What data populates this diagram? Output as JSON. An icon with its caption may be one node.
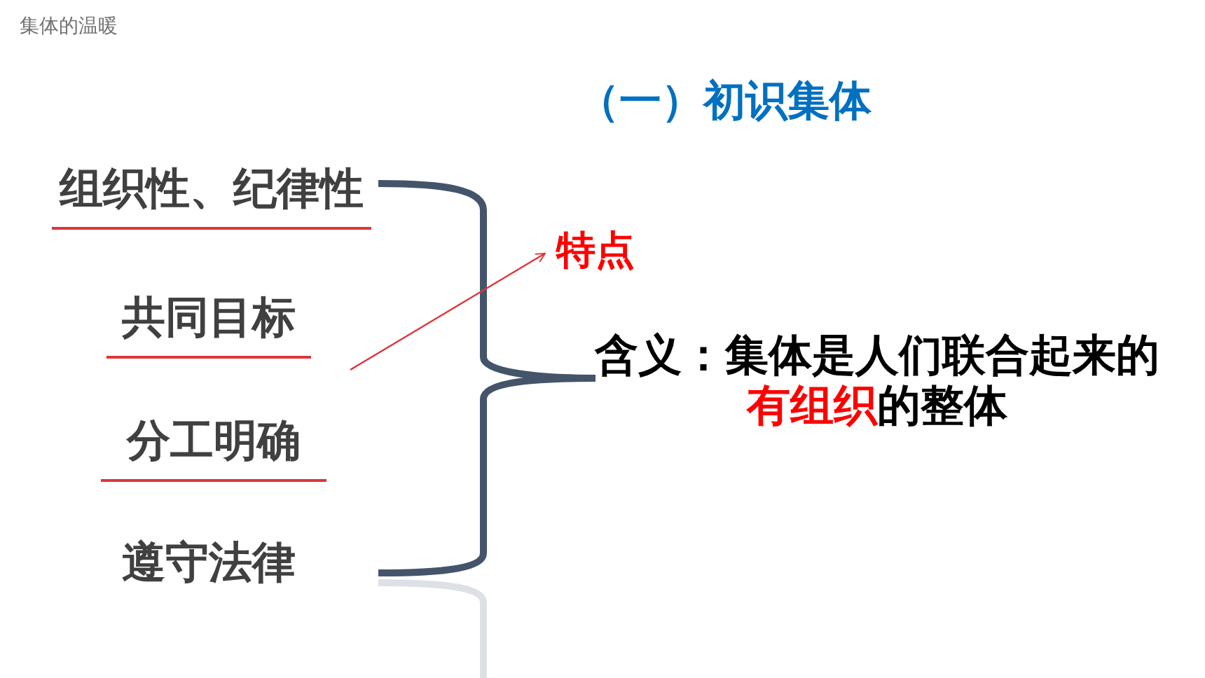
{
  "diagram": {
    "title": "（一）初识集体",
    "nodes": [
      {
        "text": [
          "组织性、纪律性"
        ]
      },
      {
        "text": [
          "共同目标"
        ]
      },
      {
        "text": [
          "分工明确"
        ]
      },
      {
        "text": [
          "遵守法律"
        ]
      },
      {
        "text": [
          "特点"
        ]
      },
      {
        "text": [
          "含义：集体是人们联合起来的**有组织**的整体"
        ]
      }
    ],
    "edges": [
      {
        "from": null,
        "to": 4,
        "arrow": "to",
        "color": "#d9383a"
      }
    ],
    "labels": [
      "集体的温暖"
    ]
  }
}
